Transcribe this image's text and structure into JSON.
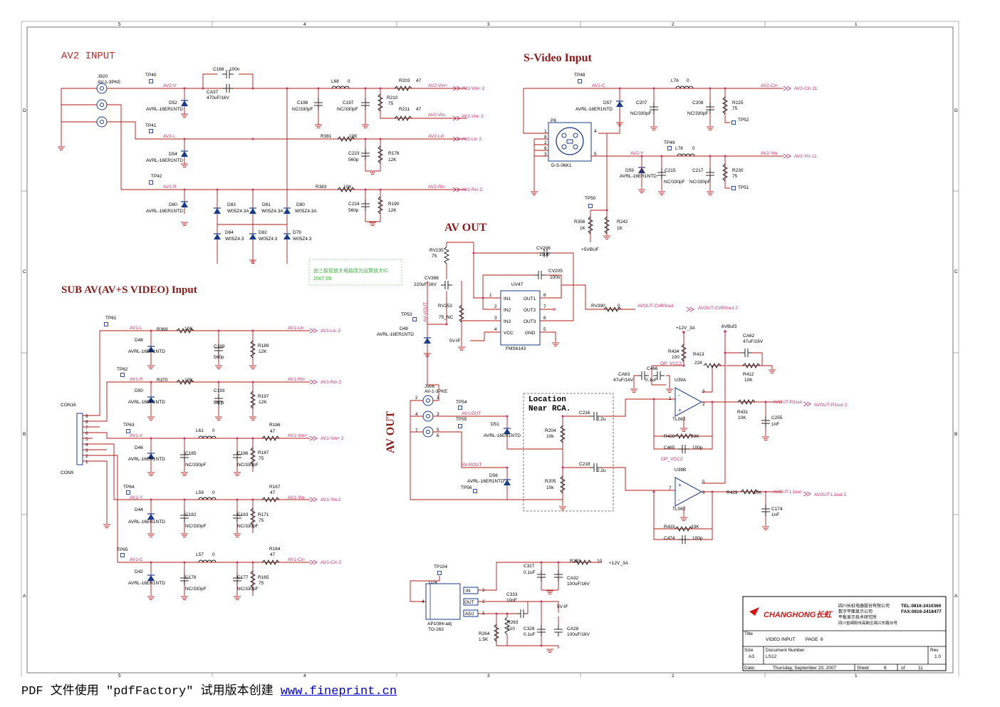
{
  "sections": {
    "av2_input": "AV2 INPUT",
    "svideo_input": "S-Video Input",
    "av_out": "AV OUT",
    "sub_av": "SUB AV(AV+S VIDEO) Input",
    "av_out_vertical": "AV OUT",
    "location_note_1": "Location",
    "location_note_2": "Near RCA."
  },
  "green_note": {
    "line1": "由三极管放大电路改为运算放大IC.",
    "line2": "2007.09"
  },
  "border": {
    "top": [
      "5",
      "4",
      "3",
      "2",
      "1"
    ],
    "left": [
      "D",
      "C",
      "B",
      "A"
    ]
  },
  "components": {
    "J920": "J920",
    "J920_val": "AV-1-3PKE",
    "TP40": "TP40",
    "TP41": "TP41",
    "TP42": "TP42",
    "C168": "C168",
    "C168_val": "100n",
    "CA37": "CA37",
    "CA37_val": "470uF/16V",
    "D52": "D52",
    "D52_val": "AVRL-16ER1NTD",
    "D54": "D54",
    "D54_val": "AVRL-16ER1NTD",
    "D60": "D60",
    "D60_val": "AVRL-16ER1NTD",
    "D83": "D83",
    "D83_val": "W05Z4.3A",
    "D81": "D81",
    "D81_val": "W05Z4.3A",
    "D80": "D80",
    "D80_val": "W05Z4.3A",
    "D84": "D84",
    "D84_val": "W05Z4.3",
    "D82": "D82",
    "D82_val": "W05Z4.3",
    "D79": "D79",
    "D79_val": "W05Z4.3",
    "L68": "L68",
    "L68_val": "0",
    "C196": "C196",
    "C196_val": "NC/330pF",
    "C197": "C197",
    "C197_val": "NC/330pF",
    "R210": "R210",
    "R210_val": "75",
    "R203": "R203",
    "R203_val": "47",
    "R211": "R211",
    "R211_val": "47",
    "R381": "R381",
    "R381_val": "10K",
    "C223": "C223",
    "C223_val": "560p",
    "R176": "R176",
    "R176_val": "12K",
    "R383": "R383",
    "R383_val": "10K",
    "C224": "C224",
    "C224_val": "560p",
    "R190": "R190",
    "R190_val": "12K",
    "TP48": "TP48",
    "D57": "D57",
    "D57_val": "AVRL-16ER1NTD",
    "L76": "L76",
    "L76_val": "0",
    "C207": "C207",
    "C207_val": "NC/330pF",
    "C208": "C208",
    "C208_val": "NC/330pF",
    "R225": "R225",
    "R225_val": "75",
    "TP52": "TP52",
    "P6": "P6",
    "P6_val": "D-S-06K1",
    "TP49": "TP49",
    "L78": "L78",
    "L78_val": "0",
    "D59": "D59",
    "D59_val": "AVRL-16ER1NTD",
    "C215": "C215",
    "C215_val": "NC/330pF",
    "C217": "C217",
    "C217_val": "NC/330pF",
    "R230": "R230",
    "R230_val": "75",
    "TP51": "TP51",
    "TP50": "TP50",
    "R356": "R356",
    "R356_val": "1K",
    "R242": "R242",
    "R242_val": "1K",
    "p5vbuf": "+5VBUF",
    "RV235": "RV235",
    "RV235_val": "75",
    "CV206": "CV206",
    "CV206_val": "100n",
    "CV205": "CV205",
    "CV205_val": "100n",
    "CV388": "CV388",
    "CV388_val": "220uF/16V",
    "UV47": "UV47",
    "UV47_val": "FMS6143",
    "UV47_pins": [
      "IN1",
      "IN2",
      "IN3",
      "VCC",
      "OUT1",
      "OUT2",
      "OUT3",
      "GND"
    ],
    "RV253": "RV253",
    "RV253_val": "75_NC",
    "TP53": "TP53",
    "D49": "D49",
    "D49_val": "AVRL-16ER1NTD",
    "v5vif": "5V-IF",
    "RV390": "RV390",
    "RV390_val": "0",
    "TP61": "TP61",
    "R369": "R369",
    "R369_val": "10K",
    "D48": "D48",
    "D48_val": "AVRL-16ER1NTD",
    "C189": "C189",
    "C189_val": "560p",
    "R189": "R189",
    "R189_val": "12K",
    "TP62": "TP62",
    "R370": "R370",
    "R370_val": "10K",
    "D50": "D50",
    "D50_val": "AVRL-16ER1NTD",
    "C193": "C193",
    "C193_val": "560p",
    "R197": "R197",
    "R197_val": "12K",
    "CON16": "CON16",
    "CON9": "CON9",
    "TP63": "TP63",
    "L61": "L61",
    "L61_val": "0",
    "R186": "R186",
    "R186_val": "47",
    "D46": "D46",
    "D46_val": "AVRL-16ER1NTD",
    "C185": "C185",
    "C185_val": "NC/330pF",
    "C186": "C186",
    "C186_val": "NC/330pF",
    "R187": "R187",
    "R187_val": "75",
    "TP64": "TP64",
    "L59": "L59",
    "L59_val": "0",
    "R167": "R167",
    "R167_val": "47",
    "D44": "D44",
    "D44_val": "AVRL-16ER1NTD",
    "C182": "C182",
    "C182_val": "NC/330pF",
    "C183": "C183",
    "C183_val": "NC/330pF",
    "R171": "R171",
    "R171_val": "75",
    "TP65": "TP65",
    "L57": "L57",
    "L57_val": "0",
    "R164": "R164",
    "R164_val": "47",
    "D42": "D42",
    "D42_val": "AVRL-16ER1NTD",
    "C178": "C178",
    "C178_val": "NC/330pF",
    "C177": "C177",
    "C177_val": "NC/330pF",
    "R165": "R165",
    "R165_val": "75",
    "J906": "J906",
    "J906_val": "AV-1-3PKE",
    "TP54": "TP54",
    "TP55": "TP55",
    "TP56": "TP56",
    "D51": "D51",
    "D51_val": "AVRL-16ER1NTD",
    "D56": "D56",
    "D56_val": "AVRL-16ER1NTD",
    "R204": "R204",
    "R204_val": "10k",
    "R205": "R205",
    "R205_val": "10k",
    "C216": "C216",
    "C216_val": "2.2u",
    "C218": "C218",
    "C218_val": "2.2u",
    "p12v3a": "+12V_3A",
    "v6vbuf3": "6VBuf3",
    "CA62": "CA62",
    "CA62_val": "47uF/16V",
    "R434": "R434",
    "R434_val": "100",
    "R413": "R413",
    "R413_val": "22K",
    "R412": "R412",
    "R412_val": "10K",
    "CA63": "CA63",
    "CA63_val": "47uF/16V",
    "C466": "C466",
    "C466_val": "0.1uF",
    "op_vcc2": "OP_VCC2",
    "op_vcc2b": "OP_VCC2",
    "U39A": "U39A",
    "U39A_val": "TL062",
    "U39B": "U39B",
    "U39B_val": "TL062",
    "R431": "R431",
    "R431_val": "10K",
    "C255": "C255",
    "C255_val": "1nF",
    "R428": "R428",
    "R428_val": "33K",
    "C465": "C465",
    "C465_val": "100p",
    "R429": "R429",
    "R429_val": "10K",
    "C174": "C174",
    "C174_val": "1nF",
    "R433": "R433",
    "R433_val": "33K",
    "C474": "C474",
    "C474_val": "100p",
    "TP104": "TP104",
    "U24": "U24",
    "U24_val1": "AP1084-adj",
    "U24_val2": "TO-263",
    "U24_pins": [
      "IN",
      "OUT",
      "ADJ"
    ],
    "C327": "C327",
    "C327_val": "0.1uF",
    "CA32": "CA32",
    "CA32_val": "100uF/16V",
    "R291": "R291",
    "R291_val": "10",
    "C333": "C333",
    "C333_val": "10nF",
    "R263": "R263",
    "R263_val": "510",
    "R264": "R264",
    "R264_val": "1.5K",
    "C328": "C328",
    "C328_val": "0.1uF",
    "CA28": "CA28",
    "CA28_val": "100uF/16V",
    "v5vif2": "5V-IF"
  },
  "nets": {
    "av2v": "AV2-V",
    "av2l": "AV2-L",
    "av2r": "AV2-R",
    "av2vinp": "AV2-Vin+",
    "av2vinp2": "AV2-Vin+  2",
    "av2vinm": "AV2-Vin-",
    "av2vinm2": "AV2-Vin-  2",
    "av2lin": "AV2-Lin",
    "av2lin2": "AV2-Lin  2",
    "av2rin": "AV2-Rin",
    "av2rin2": "AV2-Rin  2",
    "av2c": "AV2-C",
    "av2cin": "AV2-Cin",
    "av2cin2": "AV2-Cin  11",
    "av2y": "AV2-Y",
    "av2yin": "AV2-Yin",
    "av2yin2": "AV2-Yin  11",
    "avvout": "AV-VOUT",
    "avout_cvbs": "AVOUT-CVBSout",
    "avout_cvbs2": "AVOUT-CVBSout  2",
    "av1l": "AV1-L",
    "av1lin": "AV1-Lin",
    "av1lin2": "AV1-Lin  2",
    "av1r": "AV1-R",
    "av1rin": "AV1-Rin",
    "av1rin2": "AV1-Rin  2",
    "av1v": "AV1-V",
    "av1vinp": "AV1-Vin+",
    "av1vinp2": "AV1-Vin+  2",
    "av1y": "AV1-Y",
    "av1yin": "AV1-Yin",
    "av1yin2": "AV1-Yin  2",
    "av1c": "AV1-C",
    "av1cin": "AV1-Cin",
    "av1cin2": "AV1-Cin  2",
    "avlout": "AV-LOUT",
    "avrout": "AV-ROUT",
    "avout_r1": "AVOUT-R1out",
    "avout_r1b": "AVOUT-R1out 2",
    "avout_l1": "AVOUT-L1out",
    "avout_l1b": "AVOUT-L1out 2"
  },
  "titleblock": {
    "brand": "CHANGHONG长虹",
    "company": [
      "四川长虹电器股份有限公司",
      "数字平面显示公司",
      "平板显示技术研究所",
      "四川省绵阳市高新区绵兴东路35号"
    ],
    "tel": "TEL:0816-2410360",
    "fax": "FAX:0816-2418477",
    "title_label": "Title",
    "title": "VIDEO INPUT        PAGE  6",
    "size_label": "Size",
    "size": "A3",
    "docnum_label": "Document Number",
    "docnum": "LS12",
    "rev_label": "Rev",
    "rev": "1.0",
    "date_label": "Date:",
    "date": "Thursday, September 20, 2007",
    "sheet_label": "Sheet",
    "sheet": "6",
    "of_label": "of",
    "of": "11"
  },
  "footer": {
    "text": "PDF 文件使用 \"pdfFactory\" 试用版本创建 ",
    "link": "www.fineprint.cn"
  }
}
